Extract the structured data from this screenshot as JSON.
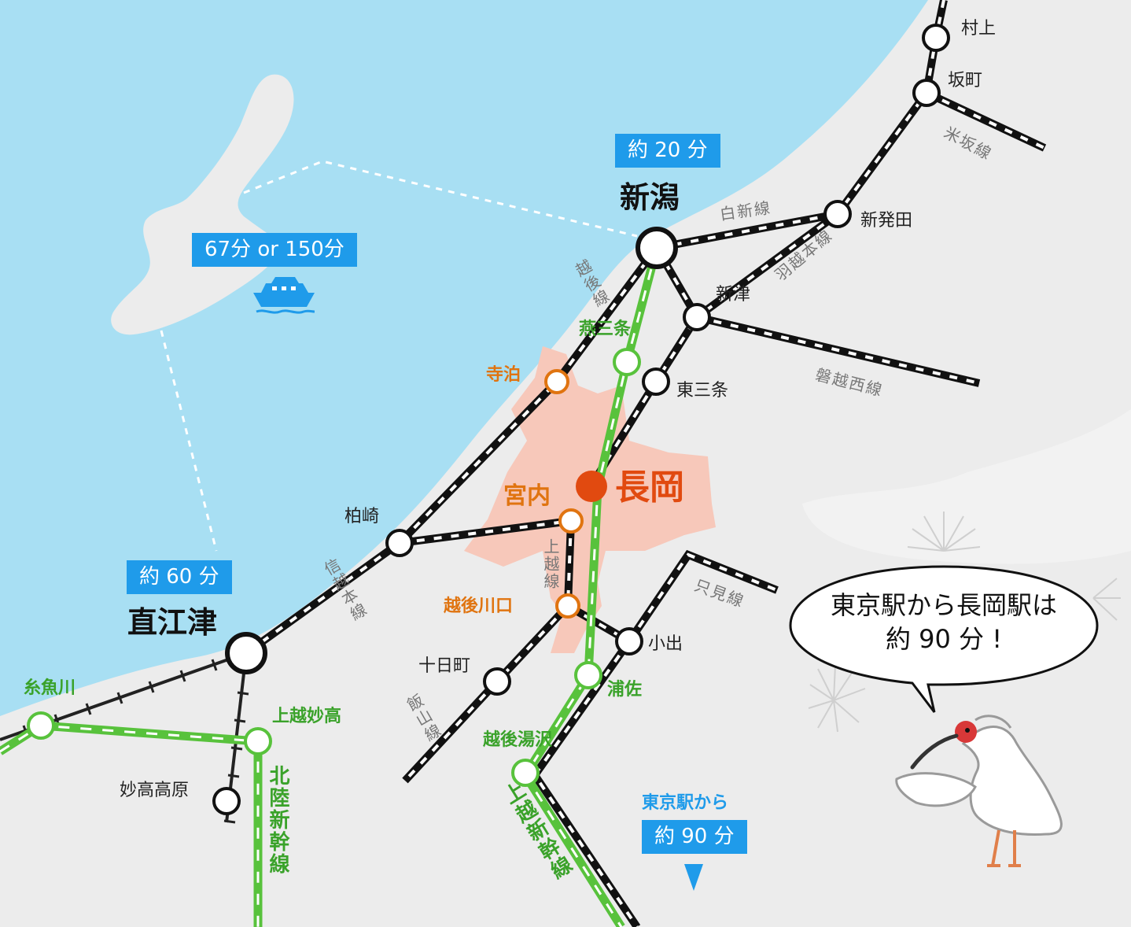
{
  "stations": {
    "murakami": "村上",
    "sakamachi": "坂町",
    "shibata": "新発田",
    "niitsu": "新津",
    "higashisanjo": "東三条",
    "tsubamesanjo": "燕三条",
    "teradomari": "寺泊",
    "miyauchi": "宮内",
    "kashiwazaki": "柏崎",
    "echigokawaguchi": "越後川口",
    "tokamachi": "十日町",
    "koide": "小出",
    "urasa": "浦佐",
    "echigoyuzawa": "越後湯沢",
    "itoigawa": "糸魚川",
    "joetsumyoko": "上越妙高",
    "myokokogen": "妙高高原"
  },
  "cities": {
    "niigata": "新潟",
    "naoetsu": "直江津",
    "nagaoka": "長岡"
  },
  "lines": {
    "yonesaka": "米坂線",
    "hakushin": "白新線",
    "uetsu": "羽越本線",
    "banetsusai": "磐越西線",
    "echigo": "越後線",
    "shinetsu": "信越本線",
    "joetsu": "上越線",
    "tadami": "只見線",
    "iiyama": "飯山線",
    "hokuriku_shinkansen": "北陸新幹線",
    "joetsu_shinkansen": "上越新幹線"
  },
  "badges": {
    "niigata_time": "約 20 分",
    "naoetsu_time": "約 60 分",
    "ferry_time": "67分 or 150分",
    "tokyo_time": "約 90 分"
  },
  "tokyo_from": "東京駅から",
  "bubble": {
    "line1": "東京駅から長岡駅は",
    "line2": "約 90 分 !"
  },
  "colors": {
    "sea": "#a8dff3",
    "land": "#ececec",
    "nagaoka_area": "#f7c8ba",
    "shinkansen": "#58c23c",
    "badge": "#1f9bea",
    "nagaoka_dot": "#e14a10",
    "local_station": "#e07410"
  },
  "icons": [
    "ferry-icon",
    "ibis-mascot-icon",
    "fireworks-icon"
  ]
}
